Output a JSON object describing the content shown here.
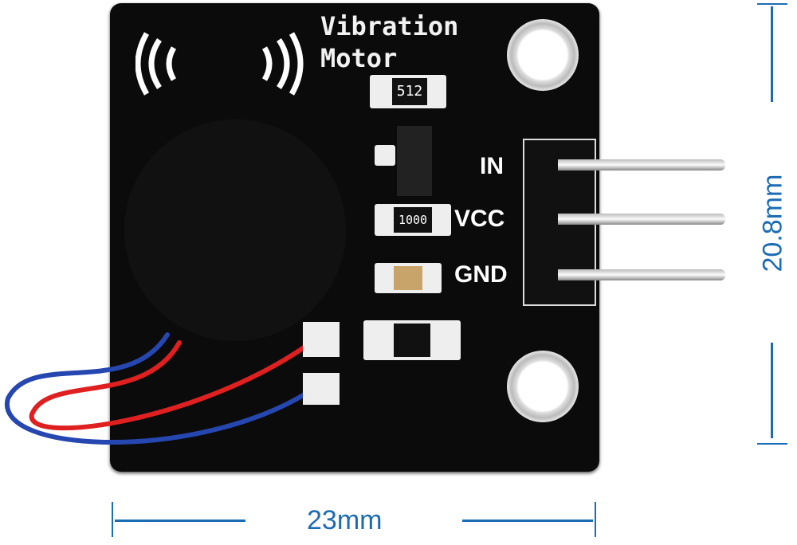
{
  "board": {
    "title_line1": "Vibration",
    "title_line2": "Motor",
    "resistor1": "512",
    "resistor2": "1000"
  },
  "pins": {
    "in": "IN",
    "vcc": "VCC",
    "gnd": "GND"
  },
  "dimensions": {
    "height": "20.8mm",
    "width": "23mm"
  },
  "colors": {
    "dimension": "#1c6cb4",
    "board": "#0b0b0b"
  }
}
